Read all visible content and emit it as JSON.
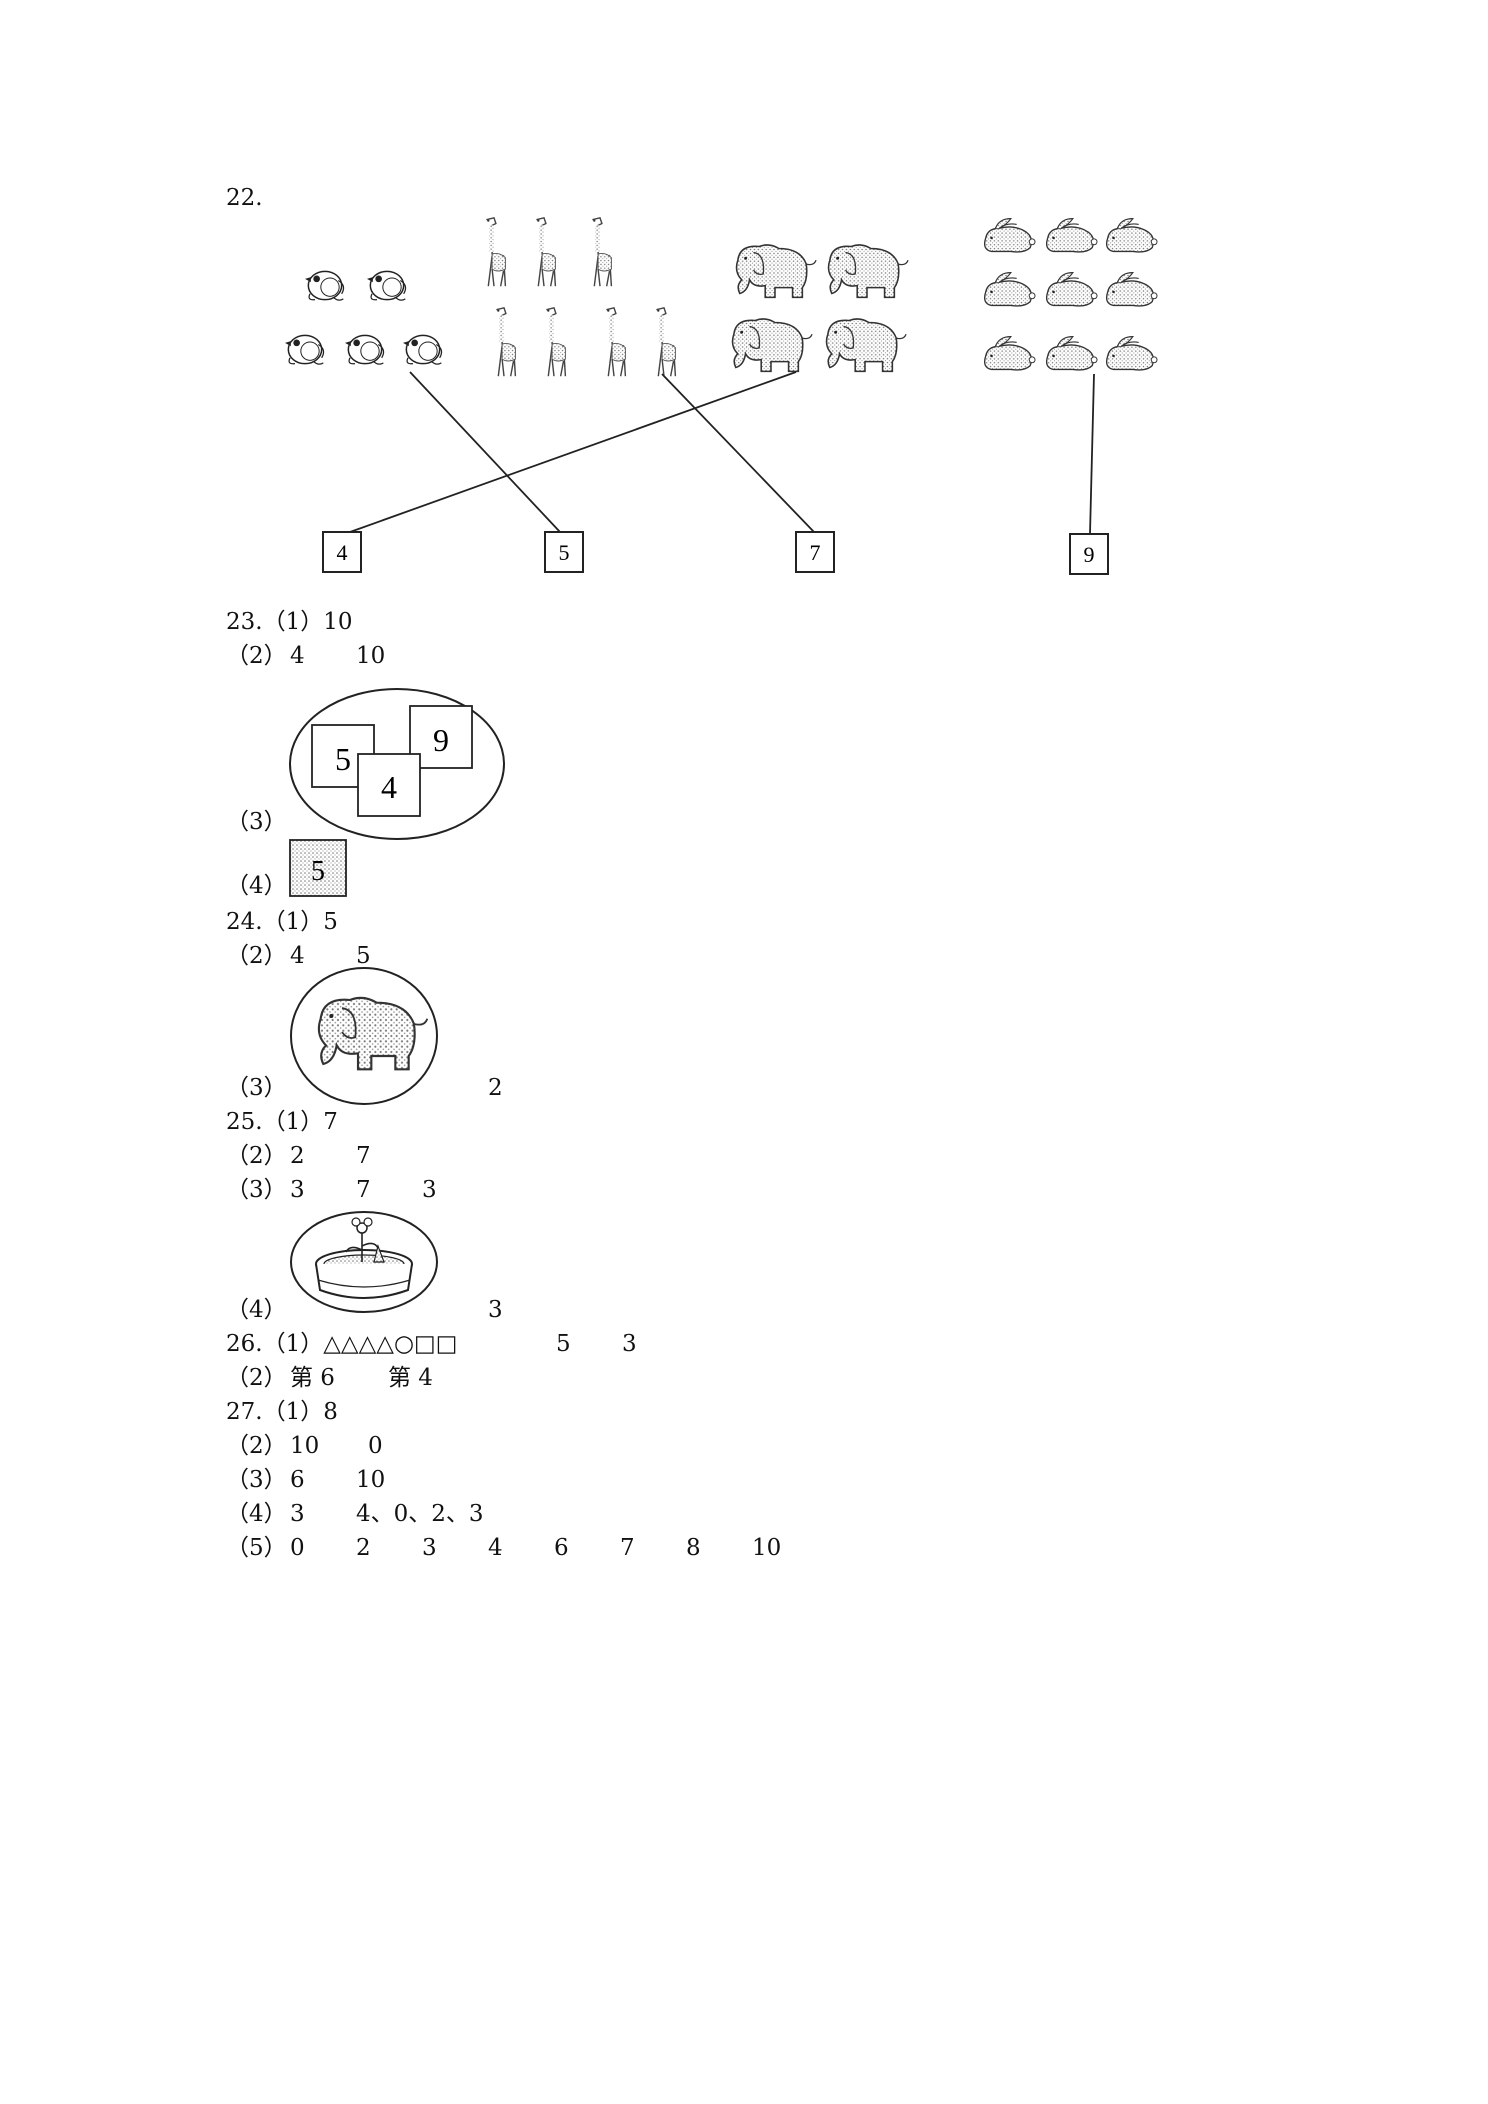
{
  "q22": {
    "label": "22.",
    "boxes": [
      "4",
      "5",
      "7",
      "9"
    ]
  },
  "q23": {
    "label": "23.",
    "p1": {
      "tag": "（1）",
      "a": "10"
    },
    "p2": {
      "tag": "（2）",
      "a": "4",
      "b": "10"
    },
    "p3": {
      "tag": "（3）",
      "cards": [
        "5",
        "9",
        "4"
      ]
    },
    "p4": {
      "tag": "（4）",
      "card": "5"
    }
  },
  "q24": {
    "label": "24.",
    "p1": {
      "tag": "（1）",
      "a": "5"
    },
    "p2": {
      "tag": "（2）",
      "a": "4",
      "b": "5"
    },
    "p3": {
      "tag": "（3）",
      "a": "2"
    }
  },
  "q25": {
    "label": "25.",
    "p1": {
      "tag": "（1）",
      "a": "7"
    },
    "p2": {
      "tag": "（2）",
      "a": "2",
      "b": "7"
    },
    "p3": {
      "tag": "（3）",
      "a": "3",
      "b": "7",
      "c": "3"
    },
    "p4": {
      "tag": "（4）",
      "a": "3"
    }
  },
  "q26": {
    "label": "26.",
    "p1": {
      "tag": "（1）",
      "shapes": "△△△△○□□",
      "a": "5",
      "b": "3"
    },
    "p2": {
      "tag": "（2）",
      "a": "第 6",
      "b": "第 4"
    }
  },
  "q27": {
    "label": "27.",
    "p1": {
      "tag": "（1）",
      "a": "8"
    },
    "p2": {
      "tag": "（2）",
      "a": "10",
      "b": "0"
    },
    "p3": {
      "tag": "（3）",
      "a": "6",
      "b": "10"
    },
    "p4": {
      "tag": "（4）",
      "a": "3",
      "b": "4、0、2、3"
    },
    "p5": {
      "tag": "（5）",
      "values": [
        "0",
        "2",
        "3",
        "4",
        "6",
        "7",
        "8",
        "10"
      ]
    }
  }
}
